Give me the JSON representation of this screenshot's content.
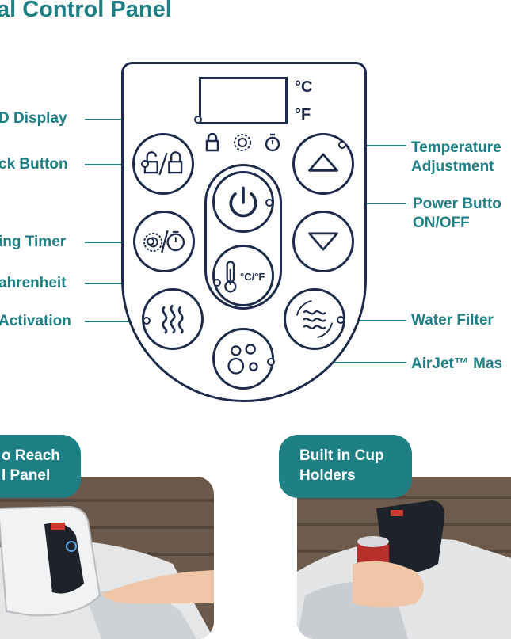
{
  "title": "al Control Panel",
  "display_units": {
    "celsius": "°C",
    "fahrenheit": "°F"
  },
  "labels": {
    "led_display": "D Display",
    "lock_button": "ck Button",
    "timer": "ing Timer",
    "fahrenheit": "ahrenheit",
    "activation": "Activation",
    "temperature_adjustment_1": "Temperature",
    "temperature_adjustment_2": "Adjustment",
    "power_button_1": "Power Butto",
    "power_button_2": "ON/OFF",
    "water_filter": "Water Filter",
    "airjet": "AirJet™ Mas"
  },
  "buttons": {
    "celsius_fahrenheit": "°C/°F"
  },
  "photo_captions": {
    "left_1": "o Reach",
    "left_2": "l Panel",
    "right_1": "Built in Cup",
    "right_2": "Holders"
  },
  "colors": {
    "teal": "#1e7f84",
    "navy": "#1c2b4a"
  },
  "icons": [
    "lock-icon",
    "unlock-icon",
    "timer-icon",
    "power-icon",
    "thermometer-icon",
    "heater-waves-icon",
    "filter-waves-icon",
    "bubbles-icon",
    "arrow-up-icon",
    "arrow-down-icon"
  ]
}
